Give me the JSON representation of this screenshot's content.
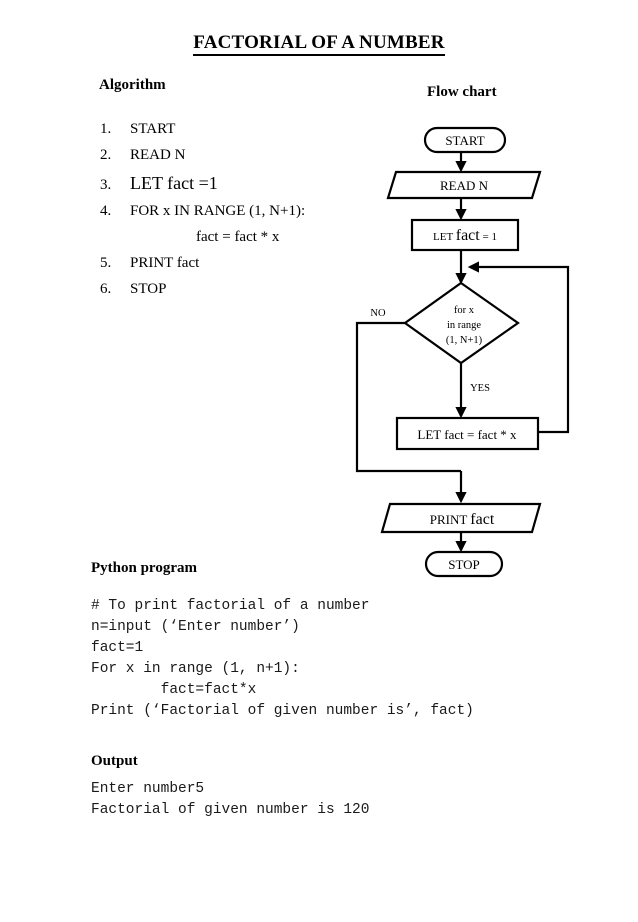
{
  "document": {
    "title": "FACTORIAL OF A NUMBER"
  },
  "sections": {
    "algorithm_heading": "Algorithm",
    "flowchart_heading": "Flow chart",
    "python_heading": "Python program",
    "output_heading": "Output"
  },
  "algorithm": {
    "steps": [
      {
        "num": "1.",
        "text": "START"
      },
      {
        "num": "2.",
        "text": "READ  N"
      },
      {
        "num": "3.",
        "text": "LET fact =1"
      },
      {
        "num": "4.",
        "text": "FOR x IN RANGE (1, N+1):"
      },
      {
        "num": "5.",
        "text": "PRINT fact"
      },
      {
        "num": "6.",
        "text": "STOP"
      }
    ],
    "substep": "fact = fact * x"
  },
  "flowchart": {
    "nodes": {
      "start": {
        "label": "START",
        "shape": "terminator"
      },
      "read": {
        "label": "READ  N",
        "shape": "parallelogram"
      },
      "init": {
        "label_pre": "LET ",
        "label_var": "fact",
        "label_post": " = 1",
        "shape": "process"
      },
      "decision": {
        "line1": "for x",
        "line2": "in range",
        "line3": "(1, N+1)",
        "shape": "diamond"
      },
      "body": {
        "label": "LET fact = fact * x",
        "shape": "process"
      },
      "print": {
        "label_pre": "PRINT ",
        "label_var": "fact",
        "shape": "parallelogram"
      },
      "stop": {
        "label": "STOP",
        "shape": "terminator"
      }
    },
    "branch_labels": {
      "no": "NO",
      "yes": "YES"
    }
  },
  "python_program": {
    "code": "# To print factorial of a number\nn=input (‘Enter number’)\nfact=1\nFor x in range (1, n+1):\n        fact=fact*x\nPrint (‘Factorial of given number is’, fact)"
  },
  "output": {
    "text": "Enter number5\nFactorial of given number is 120"
  },
  "colors": {
    "ink": "#000000",
    "code_ink": "#1a1a1a",
    "page": "#ffffff"
  }
}
